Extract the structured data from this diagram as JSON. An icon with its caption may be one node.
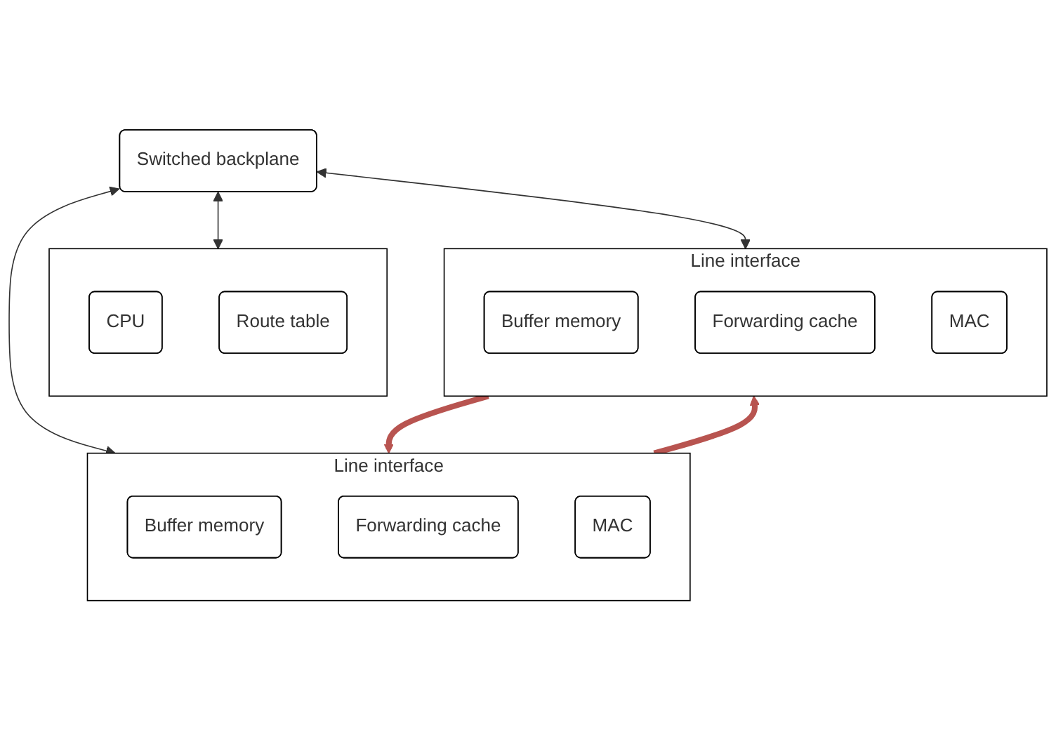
{
  "diagram": {
    "nodes": [
      {
        "text": [
          "Switched backplane"
        ]
      },
      {
        "text": [
          "Line interface"
        ]
      },
      {
        "text": [
          "Buffer memory"
        ],
        "in": 1
      },
      {
        "text": [
          "Forwarding cache"
        ],
        "in": 1
      },
      {
        "text": [
          "MAC"
        ],
        "in": 1
      },
      {
        "text": [],
        "shape": "box"
      },
      {
        "text": [
          "CPU"
        ],
        "in": 5
      },
      {
        "text": [
          "Route table"
        ],
        "in": 5
      },
      {
        "text": [
          "Line interface"
        ]
      },
      {
        "text": [
          "Buffer memory"
        ],
        "in": 8
      },
      {
        "text": [
          "Forwarding cache"
        ],
        "in": 8
      },
      {
        "text": [
          "MAC"
        ],
        "in": 8
      }
    ],
    "edges": [
      {
        "from": 0,
        "to": 1,
        "arrow": "both"
      },
      {
        "from": 0,
        "to": 5,
        "arrow": "both"
      },
      {
        "from": 0,
        "to": 8,
        "arrow": "both"
      },
      {
        "from": 1,
        "to": 8,
        "arrow": "to",
        "style": "thick",
        "color": "#b85450"
      },
      {
        "from": 8,
        "to": 1,
        "arrow": "to",
        "style": "thick",
        "color": "#b85450"
      }
    ]
  }
}
